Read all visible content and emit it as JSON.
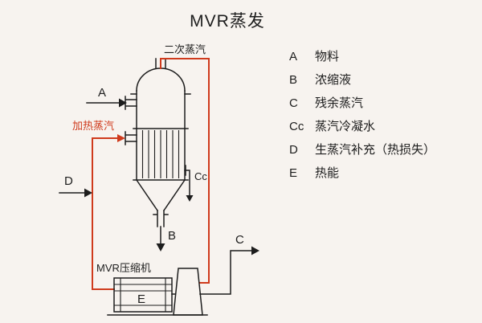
{
  "title": "MVR蒸发",
  "colors": {
    "accent_red": "#cf3a1c",
    "line_black": "#1d1d1d",
    "background": "#f7f3ef"
  },
  "diagram": {
    "secondary_steam_label": "二次蒸汽",
    "heating_steam_label": "加热蒸汽",
    "compressor_label": "MVR压缩机",
    "stream_labels": {
      "A": "A",
      "B": "B",
      "C": "C",
      "Cc": "Cc",
      "D": "D",
      "E": "E"
    }
  },
  "legend": {
    "items": [
      {
        "key": "A",
        "label": "物料"
      },
      {
        "key": "B",
        "label": "浓缩液"
      },
      {
        "key": "C",
        "label": "残余蒸汽"
      },
      {
        "key": "Cc",
        "label": "蒸汽冷凝水"
      },
      {
        "key": "D",
        "label": "生蒸汽补充（热损失）"
      },
      {
        "key": "E",
        "label": "热能"
      }
    ]
  }
}
